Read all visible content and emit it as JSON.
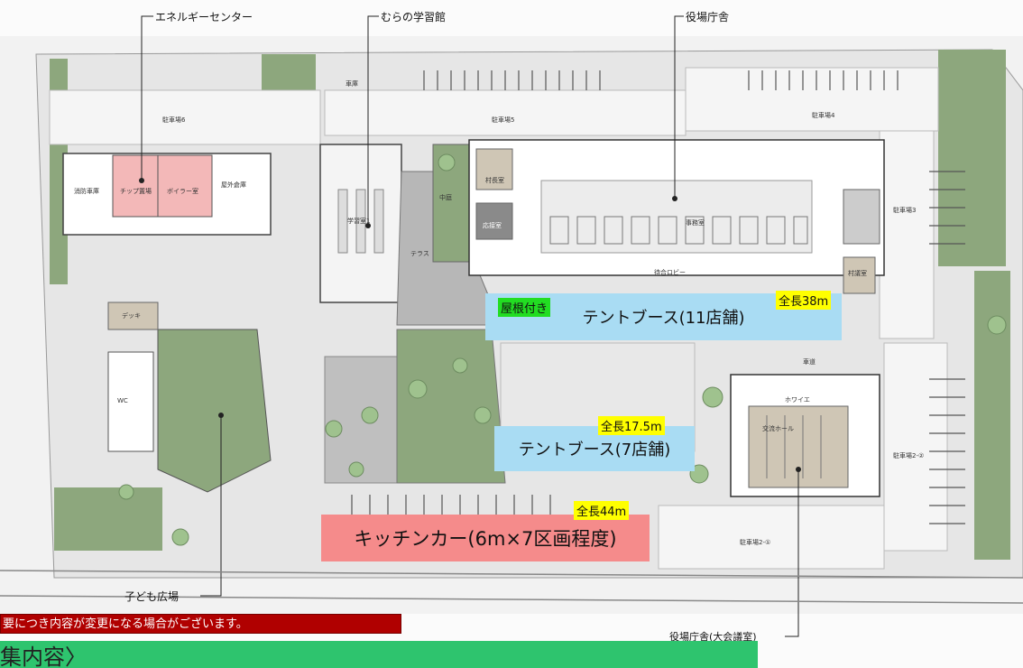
{
  "callouts": {
    "energy_center": "エネルギーセンター",
    "learning_hall": "むらの学習館",
    "town_office": "役場庁舎",
    "children_plaza": "子ども広場",
    "assembly_hall": "役場庁舎(大会議室)"
  },
  "areas": {
    "roof_tag": "屋根付き",
    "tent_booth_11": "テントブース(11店舗)",
    "tent_booth_11_length": "全長38m",
    "tent_booth_7": "テントブース(7店舗)",
    "tent_booth_7_length": "全長17.5m",
    "kitchen_car": "キッチンカー(6m×7区画程度)",
    "kitchen_car_length": "全長44m"
  },
  "room_labels": {
    "parking6": "駐車場6",
    "parking5": "駐車場5",
    "parking4": "駐車場4",
    "parking3": "駐車場3",
    "parking2_2": "駐車場2-②",
    "parking2_1": "駐車場2-①",
    "fire_garage": "消防車庫",
    "chip_storage": "チップ置場",
    "boiler_room": "ボイラー室",
    "outdoor_storage": "屋外倉庫",
    "deck": "デッキ",
    "terrace": "テラス",
    "courtyard": "中庭",
    "study_room": "学習室1",
    "waiting_lobby": "待合ロビー",
    "hall": "交流ホール",
    "foyer": "ホワイエ",
    "village_office": "村長室",
    "reception": "応接室",
    "village_meeting": "村議室",
    "general_office": "事務室",
    "garage": "車庫",
    "wc": "WC",
    "driveway": "車道"
  },
  "notice": {
    "text": "要につき内容が変更になる場合がございます。"
  },
  "recruit": {
    "text": "集内容〉"
  },
  "colors": {
    "tent_blue": "#a9dcf3",
    "kitchen_red": "#f58b8b",
    "roof_green": "#22dd22",
    "length_yellow": "#ffff00",
    "notice_red": "#b00000",
    "recruit_green": "#2ec46e"
  }
}
